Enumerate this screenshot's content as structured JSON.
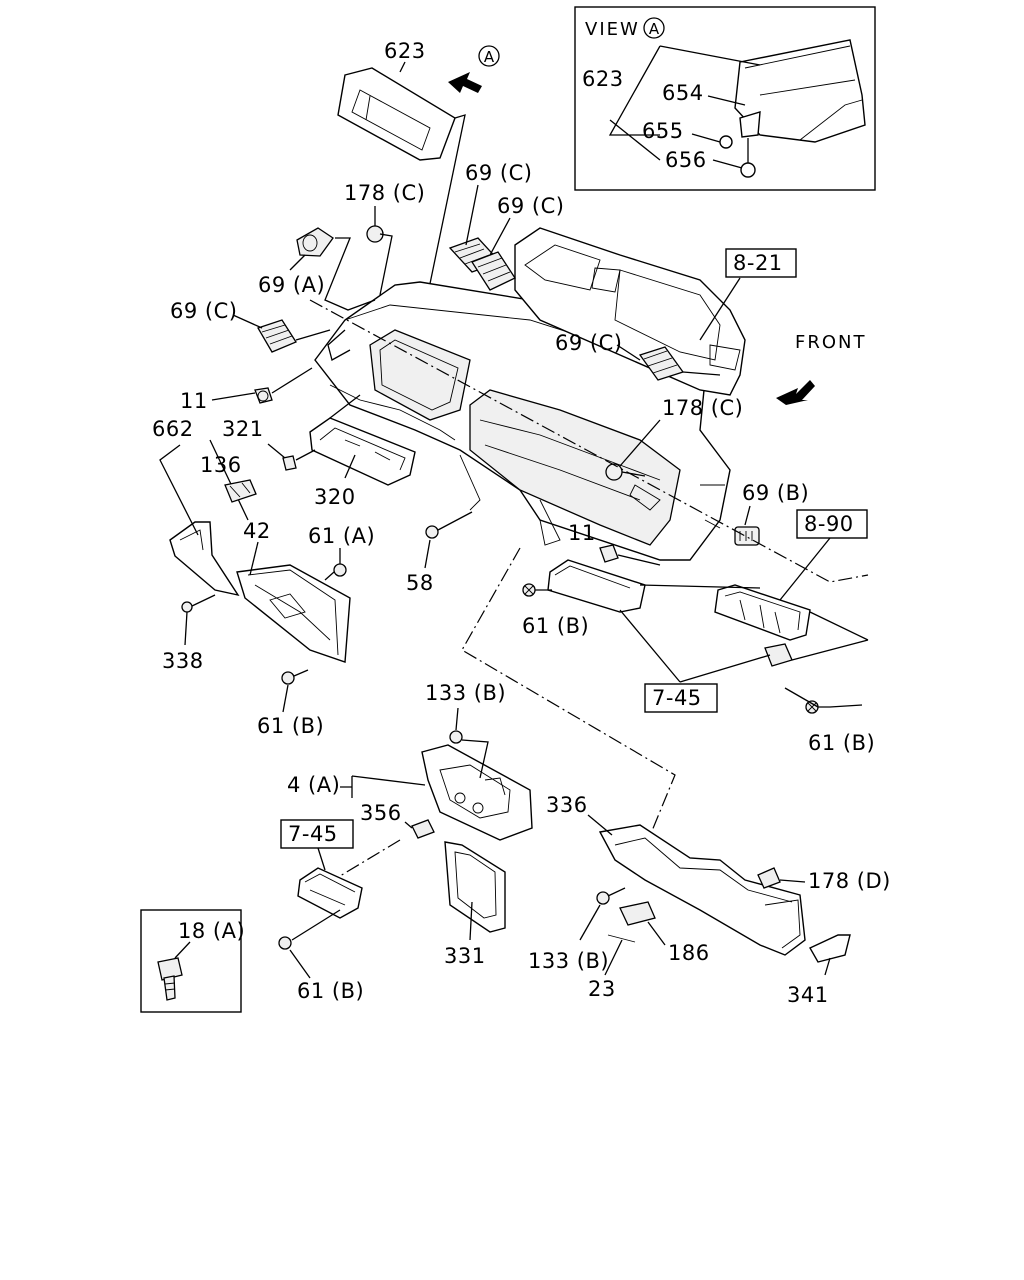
{
  "view_box": {
    "title": "VIEW",
    "marker": "A",
    "labels": [
      "623",
      "654",
      "655",
      "656"
    ]
  },
  "arrow_marker": "A",
  "front_label": "FRONT",
  "ref_boxes": [
    "8-21",
    "8-90",
    "7-45",
    "7-45"
  ],
  "inset_label": "18 (A)",
  "labels": {
    "l623": "623",
    "l178c_a": "178 (C)",
    "l69c_a": "69 (C)",
    "l69c_b": "69 (C)",
    "l69a": "69 (A)",
    "l69c_c": "69 (C)",
    "l69c_d": "69 (C)",
    "l11_a": "11",
    "l662": "662",
    "l321": "321",
    "l136": "136",
    "l320": "320",
    "l178c_b": "178 (C)",
    "l69b": "69 (B)",
    "l42": "42",
    "l61a": "61 (A)",
    "l11_b": "11",
    "l58": "58",
    "l338": "338",
    "l61b_a": "61 (B)",
    "l61b_b": "61 (B)",
    "l61b_c": "61 (B)",
    "l133b_a": "133 (B)",
    "l4a": "4 (A)",
    "l356": "356",
    "l336": "336",
    "l178d": "178 (D)",
    "l331": "331",
    "l133b_b": "133 (B)",
    "l186": "186",
    "l23": "23",
    "l341": "341",
    "l61b_d": "61 (B)"
  }
}
